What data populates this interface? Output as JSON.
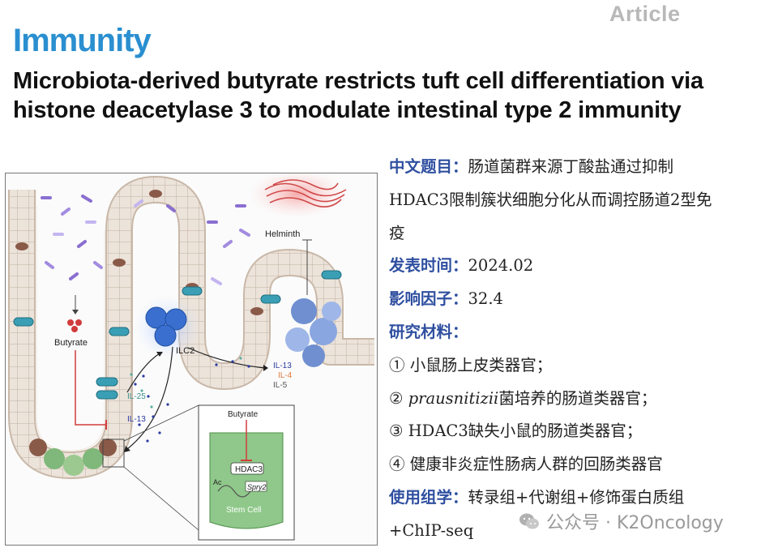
{
  "header": {
    "article_tag": "Article",
    "journal": "Immunity",
    "title": "Microbiota-derived butyrate restricts tuft cell differentiation via histone deacetylase 3 to modulate intestinal type 2 immunity"
  },
  "figure_labels": {
    "helminth": "Helminth",
    "butyrate": "Butyrate",
    "ilc2": "ILC2",
    "il13": "IL-13",
    "il4": "IL-4",
    "il5": "IL-5",
    "il25": "IL-25",
    "il13_left": "IL-13",
    "inset_butyrate": "Butyrate",
    "hdac3": "HDAC3",
    "ac": "Ac",
    "spry2": "Spry2",
    "stem_cell": "Stem Cell"
  },
  "info": {
    "title_key": "中文题目：",
    "title_val_1": "肠道菌群来源丁酸盐通过抑制",
    "title_val_2": "HDAC3限制簇状细胞分化从而调控肠道2型免",
    "title_val_3": "疫",
    "date_key": "发表时间：",
    "date_val": "2024.02",
    "if_key": "影响因子：",
    "if_val": "32.4",
    "materials_key": "研究材料：",
    "m1": "① 小鼠肠上皮类器官；",
    "m2_prefix": "② ",
    "m2_italic": "prausnitizii",
    "m2_rest": "菌培养的肠道类器官；",
    "m3": "③ HDAC3缺失小鼠的肠道类器官；",
    "m4": "④ 健康非炎症性肠病人群的回肠类器官",
    "omics_key": "使用组学：",
    "omics_val_1": "转录组+代谢组+修饰蛋白质组",
    "omics_val_2": "+ChIP-seq"
  },
  "watermark": {
    "text": "公众号 · K2Oncology"
  },
  "colors": {
    "journal_blue": "#2a8fd0",
    "key_blue": "#2f4fa0",
    "tuft_teal": "#3a9fb5",
    "ilc2_blue": "#3a6fd0",
    "butyrate_red": "#d23c3c",
    "stem_green": "#8fc88a"
  }
}
